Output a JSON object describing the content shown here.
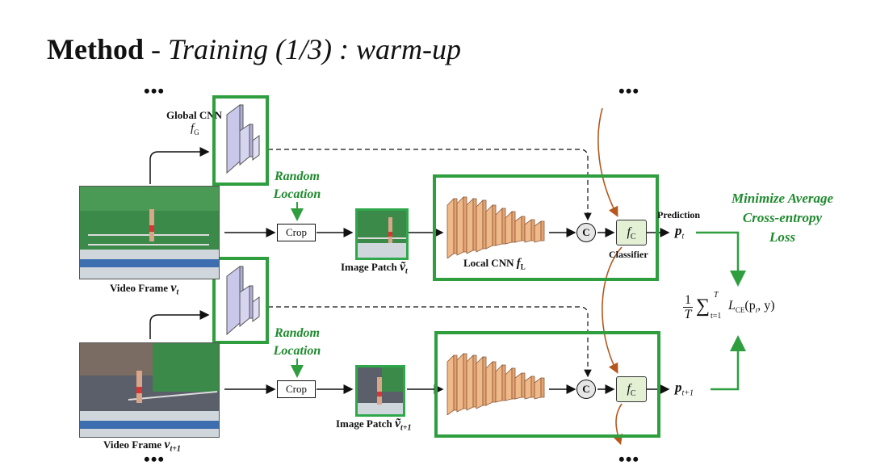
{
  "title": {
    "bold": "Method",
    "separator": " - ",
    "italic": "Training (1/3) : warm-up"
  },
  "dots": "•••",
  "global_cnn": {
    "label": "Global CNN",
    "symbol": "f",
    "sub": "G"
  },
  "random_location": {
    "line1": "Random",
    "line2": "Location"
  },
  "crop_label": "Crop",
  "image_patch_t": {
    "text": "Image Patch",
    "symbol": "ṽ",
    "sub": "t"
  },
  "image_patch_t1": {
    "text": "Image Patch",
    "symbol": "ṽ",
    "sub": "t+1"
  },
  "local_cnn": {
    "text": "Local CNN",
    "symbol": "f",
    "sub": "L"
  },
  "concat_symbol": "C",
  "classifier": {
    "symbol": "f",
    "sub": "C",
    "label": "Classifier"
  },
  "prediction_label": "Prediction",
  "pred_t": {
    "symbol": "p",
    "sub": "t"
  },
  "pred_t1": {
    "symbol": "p",
    "sub": "t+1"
  },
  "video_frame_t": {
    "text": "Video Frame",
    "symbol": "v",
    "sub": "t"
  },
  "video_frame_t1": {
    "text": "Video Frame",
    "symbol": "v",
    "sub": "t+1"
  },
  "objective": {
    "line1": "Minimize Average",
    "line2": "Cross-entropy",
    "line3": "Loss"
  },
  "loss_formula": {
    "frac_num": "1",
    "frac_den": "T",
    "sum": "∑",
    "sup": "T",
    "sub": "t=1",
    "L": "L",
    "L_sub": "CE",
    "args": "(p",
    "args_sub": "t",
    "args_end": ", y)"
  },
  "colors": {
    "green": "#2e9e3f",
    "green_text": "#1f8a2e",
    "orange_arrow": "#b5581e",
    "cnn_orange": "#f0b98a",
    "cnn_purple": "#c9c8ea"
  }
}
